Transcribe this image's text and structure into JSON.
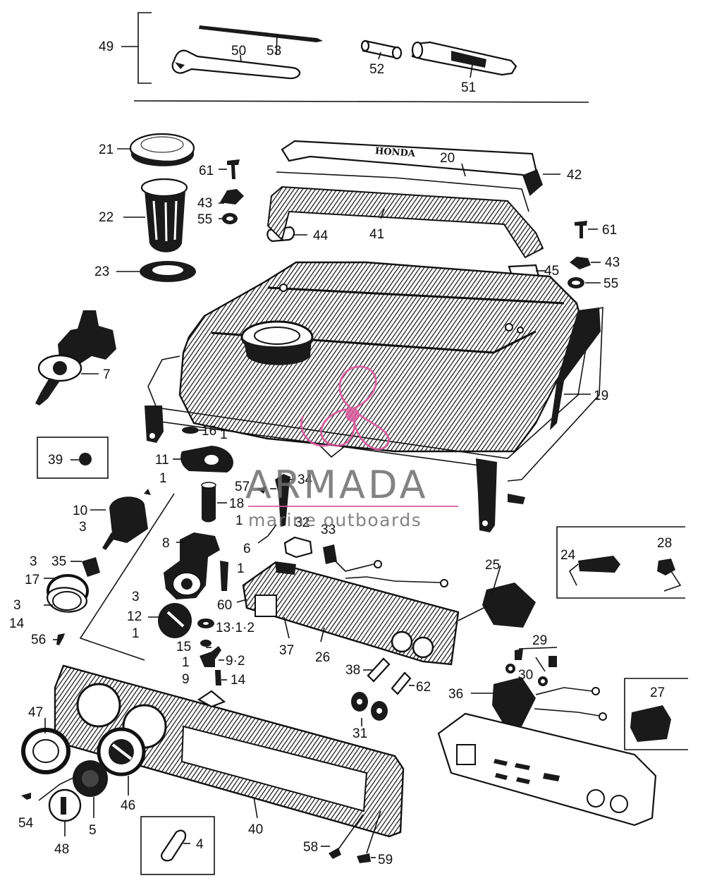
{
  "callouts": [
    {
      "id": "c49",
      "text": "49"
    },
    {
      "id": "c50",
      "text": "50"
    },
    {
      "id": "c53",
      "text": "53"
    },
    {
      "id": "c52",
      "text": "52"
    },
    {
      "id": "c51",
      "text": "51"
    },
    {
      "id": "c21",
      "text": "21"
    },
    {
      "id": "c61a",
      "text": "61"
    },
    {
      "id": "c20",
      "text": "20"
    },
    {
      "id": "c42",
      "text": "42"
    },
    {
      "id": "c43a",
      "text": "43"
    },
    {
      "id": "c22",
      "text": "22"
    },
    {
      "id": "c55a",
      "text": "55"
    },
    {
      "id": "c44",
      "text": "44"
    },
    {
      "id": "c41",
      "text": "41"
    },
    {
      "id": "c61b",
      "text": "61"
    },
    {
      "id": "c23",
      "text": "23"
    },
    {
      "id": "c45",
      "text": "45"
    },
    {
      "id": "c43b",
      "text": "43"
    },
    {
      "id": "c55b",
      "text": "55"
    },
    {
      "id": "c7",
      "text": "7"
    },
    {
      "id": "c19",
      "text": "19"
    },
    {
      "id": "c16",
      "text": "16"
    },
    {
      "id": "c1a",
      "text": "1"
    },
    {
      "id": "c39",
      "text": "39"
    },
    {
      "id": "c11",
      "text": "11"
    },
    {
      "id": "c1b",
      "text": "1"
    },
    {
      "id": "c57",
      "text": "57"
    },
    {
      "id": "c34",
      "text": "34"
    },
    {
      "id": "c10",
      "text": "10"
    },
    {
      "id": "c18",
      "text": "18"
    },
    {
      "id": "c3a",
      "text": "3"
    },
    {
      "id": "c1c",
      "text": "1"
    },
    {
      "id": "c32",
      "text": "32"
    },
    {
      "id": "c33",
      "text": "33"
    },
    {
      "id": "c8",
      "text": "8"
    },
    {
      "id": "c6",
      "text": "6"
    },
    {
      "id": "c3b",
      "text": "3"
    },
    {
      "id": "c35",
      "text": "35"
    },
    {
      "id": "c1d",
      "text": "1"
    },
    {
      "id": "c17",
      "text": "17"
    },
    {
      "id": "c24",
      "text": "24"
    },
    {
      "id": "c28",
      "text": "28"
    },
    {
      "id": "c25",
      "text": "25"
    },
    {
      "id": "c3c",
      "text": "3"
    },
    {
      "id": "c60",
      "text": "60"
    },
    {
      "id": "c3d",
      "text": "3"
    },
    {
      "id": "c14a",
      "text": "14"
    },
    {
      "id": "c12",
      "text": "12"
    },
    {
      "id": "c1e",
      "text": "1"
    },
    {
      "id": "c13",
      "text": "13·1·2"
    },
    {
      "id": "c56",
      "text": "56"
    },
    {
      "id": "c15",
      "text": "15"
    },
    {
      "id": "c37",
      "text": "37"
    },
    {
      "id": "c26",
      "text": "26"
    },
    {
      "id": "c1f",
      "text": "1"
    },
    {
      "id": "c92",
      "text": "9·2"
    },
    {
      "id": "c29",
      "text": "29"
    },
    {
      "id": "c9",
      "text": "9"
    },
    {
      "id": "c14b",
      "text": "14"
    },
    {
      "id": "c38",
      "text": "38"
    },
    {
      "id": "c62",
      "text": "62"
    },
    {
      "id": "c30",
      "text": "30"
    },
    {
      "id": "c36",
      "text": "36"
    },
    {
      "id": "c27",
      "text": "27"
    },
    {
      "id": "c47",
      "text": "47"
    },
    {
      "id": "c31",
      "text": "31"
    },
    {
      "id": "c46",
      "text": "46"
    },
    {
      "id": "c54",
      "text": "54"
    },
    {
      "id": "c5",
      "text": "5"
    },
    {
      "id": "c40",
      "text": "40"
    },
    {
      "id": "c48",
      "text": "48"
    },
    {
      "id": "c4",
      "text": "4"
    },
    {
      "id": "c58",
      "text": "58"
    },
    {
      "id": "c59",
      "text": "59"
    }
  ],
  "tank_brand": "HONDA",
  "watermark": {
    "name": "ARMADA",
    "tagline": "marine outboards",
    "logo_color": "#d9569a",
    "text_color": "#6e6e6e"
  }
}
